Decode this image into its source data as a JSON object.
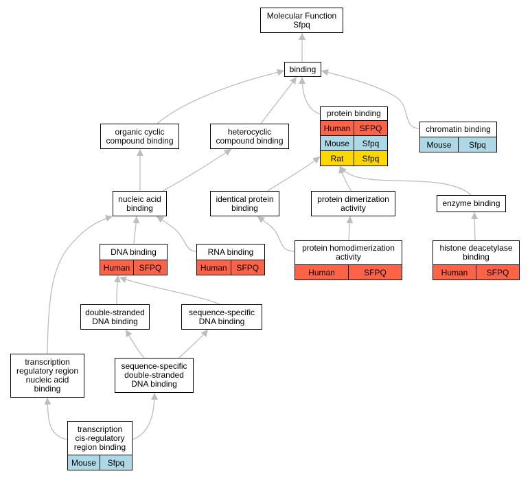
{
  "colors": {
    "edge": "#bdbdbd",
    "Human": "#ff6347",
    "Mouse": "#add8e6",
    "Rat": "#ffd700"
  },
  "nodes": [
    {
      "id": "molecular-function",
      "label": "Molecular Function\nSfpq",
      "rows": []
    },
    {
      "id": "binding",
      "label": "binding",
      "rows": []
    },
    {
      "id": "protein-binding",
      "label": "protein binding",
      "rows": [
        {
          "species": "Human",
          "gene": "SFPQ"
        },
        {
          "species": "Mouse",
          "gene": "Sfpq"
        },
        {
          "species": "Rat",
          "gene": "Sfpq"
        }
      ]
    },
    {
      "id": "chromatin-binding",
      "label": "chromatin binding",
      "rows": [
        {
          "species": "Mouse",
          "gene": "Sfpq"
        }
      ]
    },
    {
      "id": "organic-cyclic",
      "label": "organic cyclic\ncompound binding",
      "rows": []
    },
    {
      "id": "heterocyclic",
      "label": "heterocyclic\ncompound binding",
      "rows": []
    },
    {
      "id": "nucleic-acid",
      "label": "nucleic acid\nbinding",
      "rows": []
    },
    {
      "id": "identical-protein",
      "label": "identical protein\nbinding",
      "rows": []
    },
    {
      "id": "protein-dimerization",
      "label": "protein dimerization\nactivity",
      "rows": []
    },
    {
      "id": "enzyme-binding",
      "label": "enzyme binding",
      "rows": []
    },
    {
      "id": "dna-binding",
      "label": "DNA binding",
      "rows": [
        {
          "species": "Human",
          "gene": "SFPQ"
        }
      ]
    },
    {
      "id": "rna-binding",
      "label": "RNA binding",
      "rows": [
        {
          "species": "Human",
          "gene": "SFPQ"
        }
      ]
    },
    {
      "id": "protein-homodimerization",
      "label": "protein homodimerization\nactivity",
      "rows": [
        {
          "species": "Human",
          "gene": "SFPQ"
        }
      ]
    },
    {
      "id": "histone-deacetylase",
      "label": "histone deacetylase\nbinding",
      "rows": [
        {
          "species": "Human",
          "gene": "SFPQ"
        }
      ]
    },
    {
      "id": "ds-dna-binding",
      "label": "double-stranded\nDNA binding",
      "rows": []
    },
    {
      "id": "ss-dna-binding",
      "label": "sequence-specific\nDNA binding",
      "rows": []
    },
    {
      "id": "trr-nucleic-acid",
      "label": "transcription\nregulatory region\nnucleic acid\nbinding",
      "rows": []
    },
    {
      "id": "ssds-dna-binding",
      "label": "sequence-specific\ndouble-stranded\nDNA binding",
      "rows": []
    },
    {
      "id": "cis-regulatory",
      "label": "transcription\ncis-regulatory\nregion binding",
      "rows": [
        {
          "species": "Mouse",
          "gene": "Sfpq"
        }
      ]
    }
  ],
  "edges": [
    {
      "from": "binding",
      "to": "molecular-function"
    },
    {
      "from": "protein-binding",
      "to": "binding"
    },
    {
      "from": "chromatin-binding",
      "to": "binding"
    },
    {
      "from": "organic-cyclic",
      "to": "binding"
    },
    {
      "from": "heterocyclic",
      "to": "binding"
    },
    {
      "from": "nucleic-acid",
      "to": "organic-cyclic"
    },
    {
      "from": "nucleic-acid",
      "to": "heterocyclic"
    },
    {
      "from": "identical-protein",
      "to": "protein-binding"
    },
    {
      "from": "enzyme-binding",
      "to": "protein-binding"
    },
    {
      "from": "protein-dimerization",
      "to": "protein-binding"
    },
    {
      "from": "dna-binding",
      "to": "nucleic-acid"
    },
    {
      "from": "rna-binding",
      "to": "nucleic-acid"
    },
    {
      "from": "trr-nucleic-acid",
      "to": "nucleic-acid"
    },
    {
      "from": "protein-homodimerization",
      "to": "identical-protein"
    },
    {
      "from": "protein-homodimerization",
      "to": "protein-dimerization"
    },
    {
      "from": "histone-deacetylase",
      "to": "enzyme-binding"
    },
    {
      "from": "ds-dna-binding",
      "to": "dna-binding"
    },
    {
      "from": "ss-dna-binding",
      "to": "dna-binding"
    },
    {
      "from": "ssds-dna-binding",
      "to": "ds-dna-binding"
    },
    {
      "from": "ssds-dna-binding",
      "to": "ss-dna-binding"
    },
    {
      "from": "cis-regulatory",
      "to": "trr-nucleic-acid"
    },
    {
      "from": "cis-regulatory",
      "to": "ssds-dna-binding"
    }
  ]
}
